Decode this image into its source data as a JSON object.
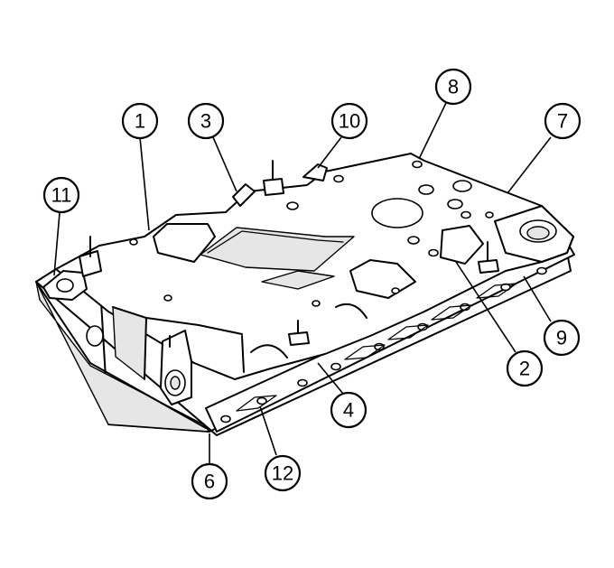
{
  "callouts": [
    {
      "id": "c1",
      "label": "1"
    },
    {
      "id": "c2",
      "label": "2"
    },
    {
      "id": "c3",
      "label": "3"
    },
    {
      "id": "c4",
      "label": "4"
    },
    {
      "id": "c6",
      "label": "6"
    },
    {
      "id": "c7",
      "label": "7"
    },
    {
      "id": "c8",
      "label": "8"
    },
    {
      "id": "c9",
      "label": "9"
    },
    {
      "id": "c10",
      "label": "10"
    },
    {
      "id": "c11",
      "label": "11"
    },
    {
      "id": "c12",
      "label": "12"
    }
  ],
  "colors": {
    "line": "#000000",
    "background": "#ffffff",
    "shade": "#e6e6e6"
  }
}
